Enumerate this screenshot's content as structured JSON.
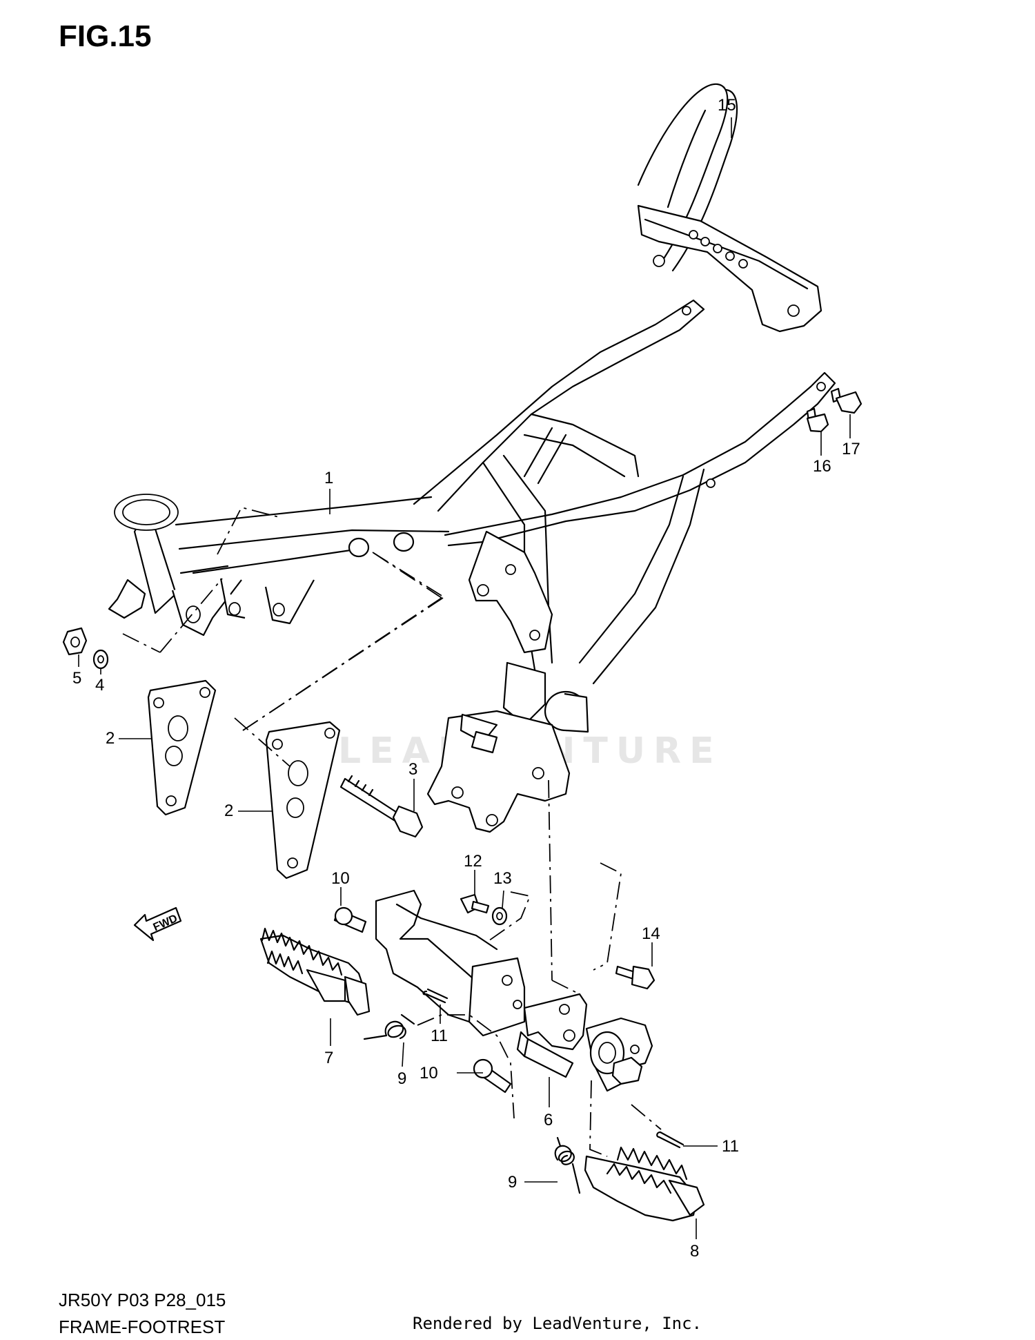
{
  "figure": {
    "title": "FIG.15",
    "model_code": "JR50Y P03 P28_015",
    "section_name": "FRAME-FOOTREST",
    "credit": "Rendered by LeadVenture, Inc.",
    "watermark": "LEADVENTURE",
    "fwd_label": "FWD"
  },
  "callouts": {
    "c1": "1",
    "c2a": "2",
    "c2b": "2",
    "c3": "3",
    "c4": "4",
    "c5": "5",
    "c6": "6",
    "c7": "7",
    "c8": "8",
    "c9a": "9",
    "c9b": "9",
    "c10a": "10",
    "c10b": "10",
    "c11a": "11",
    "c11b": "11",
    "c12": "12",
    "c13": "13",
    "c14": "14",
    "c15": "15",
    "c16": "16",
    "c17": "17"
  }
}
